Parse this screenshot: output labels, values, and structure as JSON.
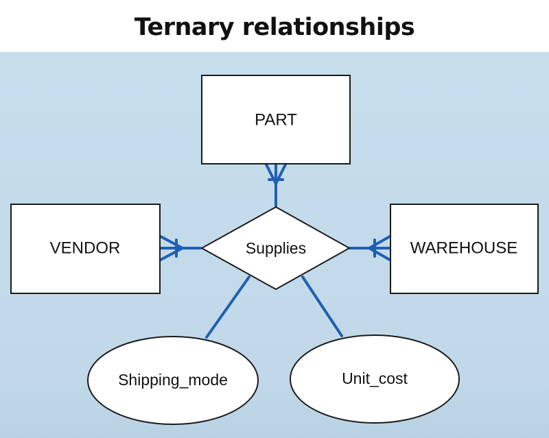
{
  "title": "Ternary relationships",
  "colors": {
    "background": "#c3dbea",
    "connector": "#1f5fb4",
    "shape_fill": "#ffffff",
    "shape_stroke": "#1a1a1a",
    "text": "#111111"
  },
  "entities": {
    "part": "PART",
    "vendor": "VENDOR",
    "warehouse": "WAREHOUSE"
  },
  "relationship": {
    "label": "Supplies"
  },
  "attributes": {
    "shipping_mode": "Shipping_mode",
    "unit_cost": "Unit_cost"
  }
}
